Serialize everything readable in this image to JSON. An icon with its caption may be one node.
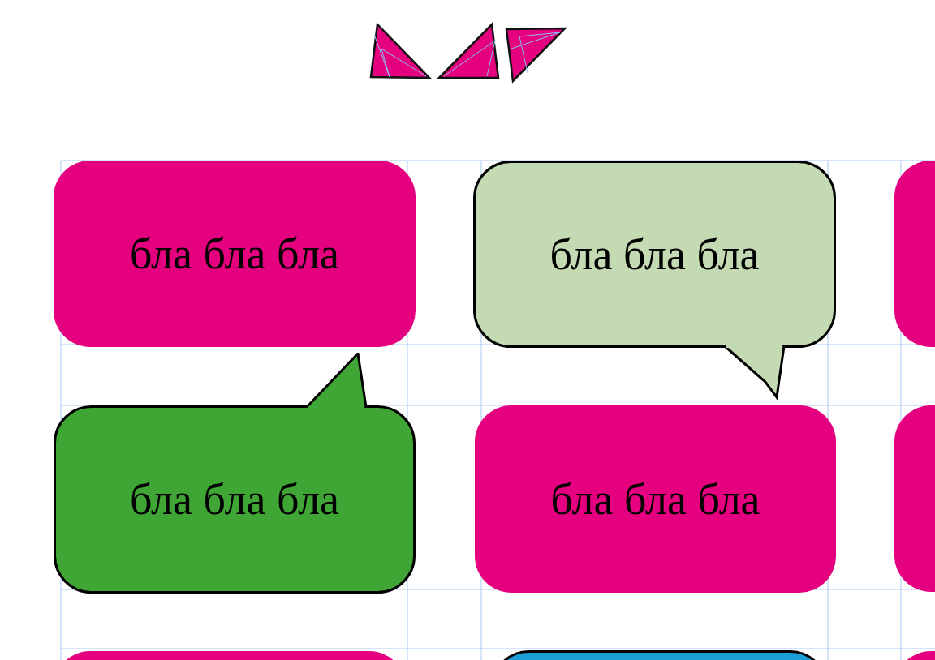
{
  "diagram": {
    "nodes": [
      {
        "text": [
          "бла бла бла"
        ]
      },
      {
        "text": [
          "бла бла бла"
        ]
      },
      {
        "text": [],
        "shape": "box"
      },
      {
        "text": [
          "бла бла бла"
        ]
      },
      {
        "text": [
          "бла бла бла"
        ]
      },
      {
        "text": [],
        "shape": "box"
      },
      {
        "text": [],
        "shape": "box"
      },
      {
        "text": [],
        "shape": "box"
      },
      {
        "text": [],
        "shape": "box"
      }
    ]
  }
}
